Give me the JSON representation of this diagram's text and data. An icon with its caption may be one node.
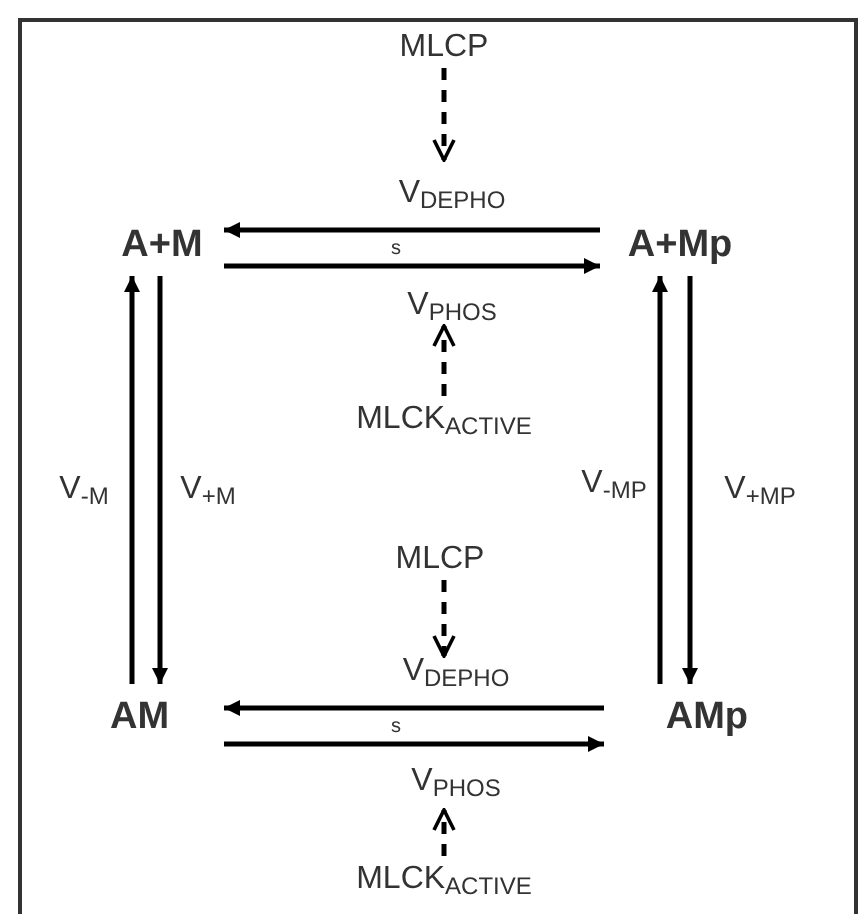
{
  "diagram": {
    "nodes": [
      {
        "text": [
          "A+M"
        ]
      },
      {
        "text": [
          "A+Mp"
        ]
      },
      {
        "text": [
          "AM"
        ]
      },
      {
        "text": [
          "AMp"
        ]
      },
      {
        "text": [
          "MLCP"
        ]
      },
      {
        "text": [
          "MLCK$_{ACTIVE}$"
        ]
      },
      {
        "text": [
          "MLCP"
        ]
      },
      {
        "text": [
          "MLCK$_{ACTIVE}$"
        ]
      }
    ],
    "edges": [
      {
        "from": 1,
        "to": 0,
        "arrow": "to",
        "label": "V$_{DEPHO}$"
      },
      {
        "from": 0,
        "to": 1,
        "arrow": "to",
        "label": "V$_{PHOS}$"
      },
      {
        "from": 2,
        "to": 0,
        "arrow": "to",
        "label": "V$_{-M}$"
      },
      {
        "from": 0,
        "to": 2,
        "arrow": "to",
        "label": "V$_{+M}$"
      },
      {
        "from": 3,
        "to": 1,
        "arrow": "to",
        "label": "V$_{-MP}$"
      },
      {
        "from": 1,
        "to": 3,
        "arrow": "to",
        "label": "V$_{+MP}$"
      },
      {
        "from": 3,
        "to": 2,
        "arrow": "to",
        "label": "V$_{DEPHO}$"
      },
      {
        "from": 2,
        "to": 3,
        "arrow": "to",
        "label": "V$_{PHOS}$"
      },
      {
        "from": 4,
        "to": null,
        "arrow": "to",
        "style": "dashed"
      },
      {
        "from": 5,
        "to": null,
        "arrow": "to",
        "style": "dashed"
      },
      {
        "from": 6,
        "to": null,
        "arrow": "to",
        "style": "dashed"
      },
      {
        "from": 7,
        "to": null,
        "arrow": "to",
        "style": "dashed"
      }
    ],
    "labels": [
      "s",
      "s"
    ]
  }
}
